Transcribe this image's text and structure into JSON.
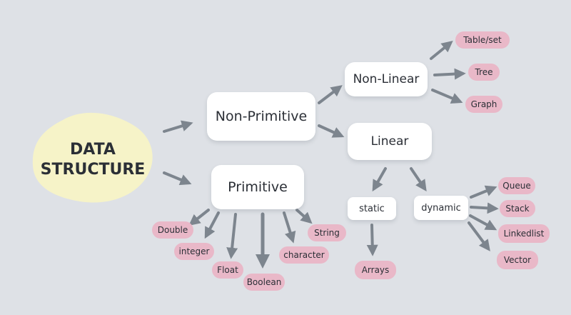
{
  "root": {
    "line1": "DATA",
    "line2": "STRUCTURE"
  },
  "level1": {
    "non_primitive": "Non-Primitive",
    "primitive": "Primitive"
  },
  "level2": {
    "non_linear": "Non-Linear",
    "linear": "Linear"
  },
  "level3": {
    "static": "static",
    "dynamic": "dynamic"
  },
  "non_linear_types": [
    "Table/set",
    "Tree",
    "Graph"
  ],
  "static_types": [
    "Arrays"
  ],
  "dynamic_types": [
    "Queue",
    "Stack",
    "Linkedlist",
    "Vector"
  ],
  "primitive_types": [
    "Double",
    "integer",
    "Float",
    "Boolean",
    "character",
    "String"
  ],
  "colors": {
    "background": "#dee1e6",
    "root_blob": "#f6f3c8",
    "card": "#ffffff",
    "pill": "#e9b8c8",
    "arrow": "#7d858e",
    "text": "#2b2f36"
  }
}
